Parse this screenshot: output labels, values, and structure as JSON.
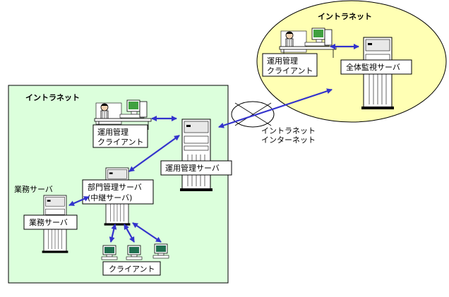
{
  "networks": {
    "left_intranet": "イントラネット",
    "right_intranet": "イントラネット",
    "cloud_line1": "イントラネット",
    "cloud_line2": "インターネット"
  },
  "labels": {
    "admin_client_right_1": "運用管理",
    "admin_client_right_2": "クライアント",
    "overall_monitor_server": "全体監視サーバ",
    "admin_client_left_1": "運用管理",
    "admin_client_left_2": "クライアント",
    "admin_server": "運用管理サーバ",
    "dept_server_1": "部門管理サーバ",
    "dept_server_2": "(中継サーバ)",
    "business_server_header": "業務サーバ",
    "business_server": "業務サーバ",
    "clients": "クライアント"
  },
  "colors": {
    "left_zone_fill": "#dcffdc",
    "right_zone_fill": "#ffffb4",
    "arrow": "#3333cc",
    "server_body": "#ffffff",
    "server_outline": "#000000"
  },
  "icons": {
    "server": "tower-server-icon",
    "operator": "operator-at-desk-icon",
    "client_pc": "desktop-pc-icon",
    "network": "network-cloud-icon"
  }
}
